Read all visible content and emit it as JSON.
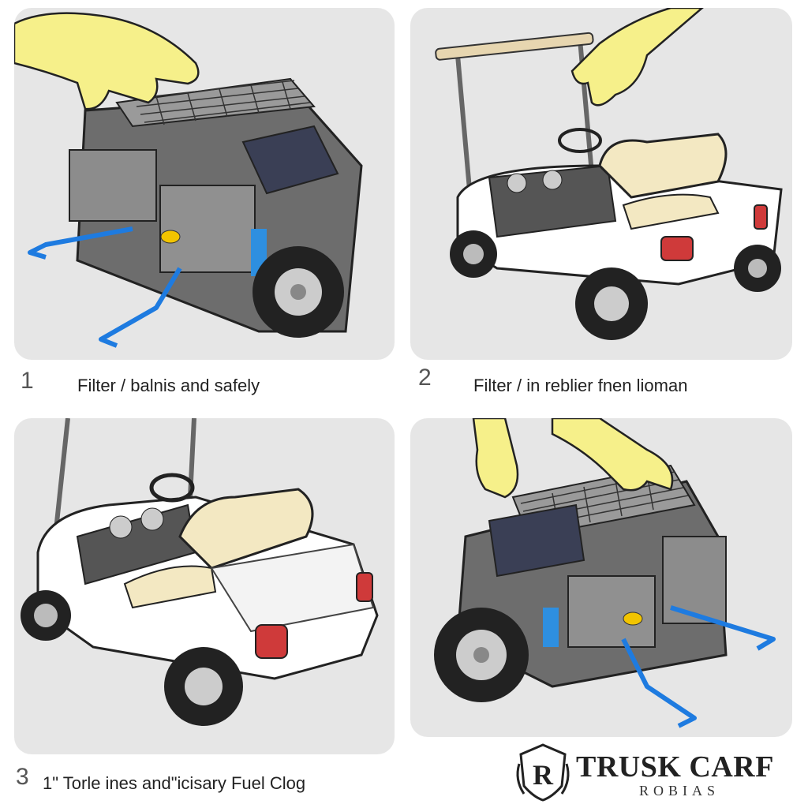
{
  "steps": [
    {
      "number": "1",
      "caption": "Filter / balnis and safely"
    },
    {
      "number": "2",
      "caption": "Filter / in reblier fnen lioman"
    },
    {
      "number": "3",
      "caption": "1\" Torle ines and\"icisary Fuel Clog"
    }
  ],
  "logo": {
    "brand": "TRUSK CARF",
    "sub": "ROBIAS",
    "mark": "R"
  },
  "colors": {
    "panel": "#e6e6e6",
    "arrow": "#1e7be0",
    "hand": "#f6f08a",
    "cart_body": "#ffffff",
    "seat": "#f3e8c2"
  },
  "icons": [
    "hand-icon",
    "flow-arrow-icon",
    "engine-module-icon",
    "golf-cart-icon",
    "crest-icon"
  ]
}
